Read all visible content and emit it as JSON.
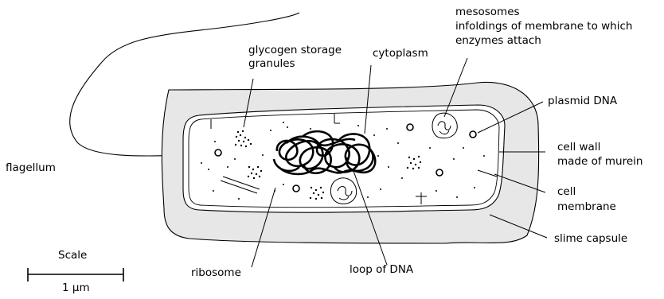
{
  "labels": {
    "glycogen": [
      "glycogen storage",
      "granules"
    ],
    "cytoplasm": "cytoplasm",
    "mesosomes": [
      "mesosomes",
      "infoldings of membrane to which",
      "enzymes attach"
    ],
    "plasmid": "plasmid DNA",
    "cell_wall": [
      "cell wall",
      "made of murein"
    ],
    "cell_membrane": [
      "cell",
      "membrane"
    ],
    "slime_capsule": "slime capsule",
    "loop_dna": "loop of DNA",
    "ribosome": "ribosome",
    "flagellum": "flagellum"
  },
  "scale": {
    "title": "Scale",
    "value": "1 μm"
  }
}
